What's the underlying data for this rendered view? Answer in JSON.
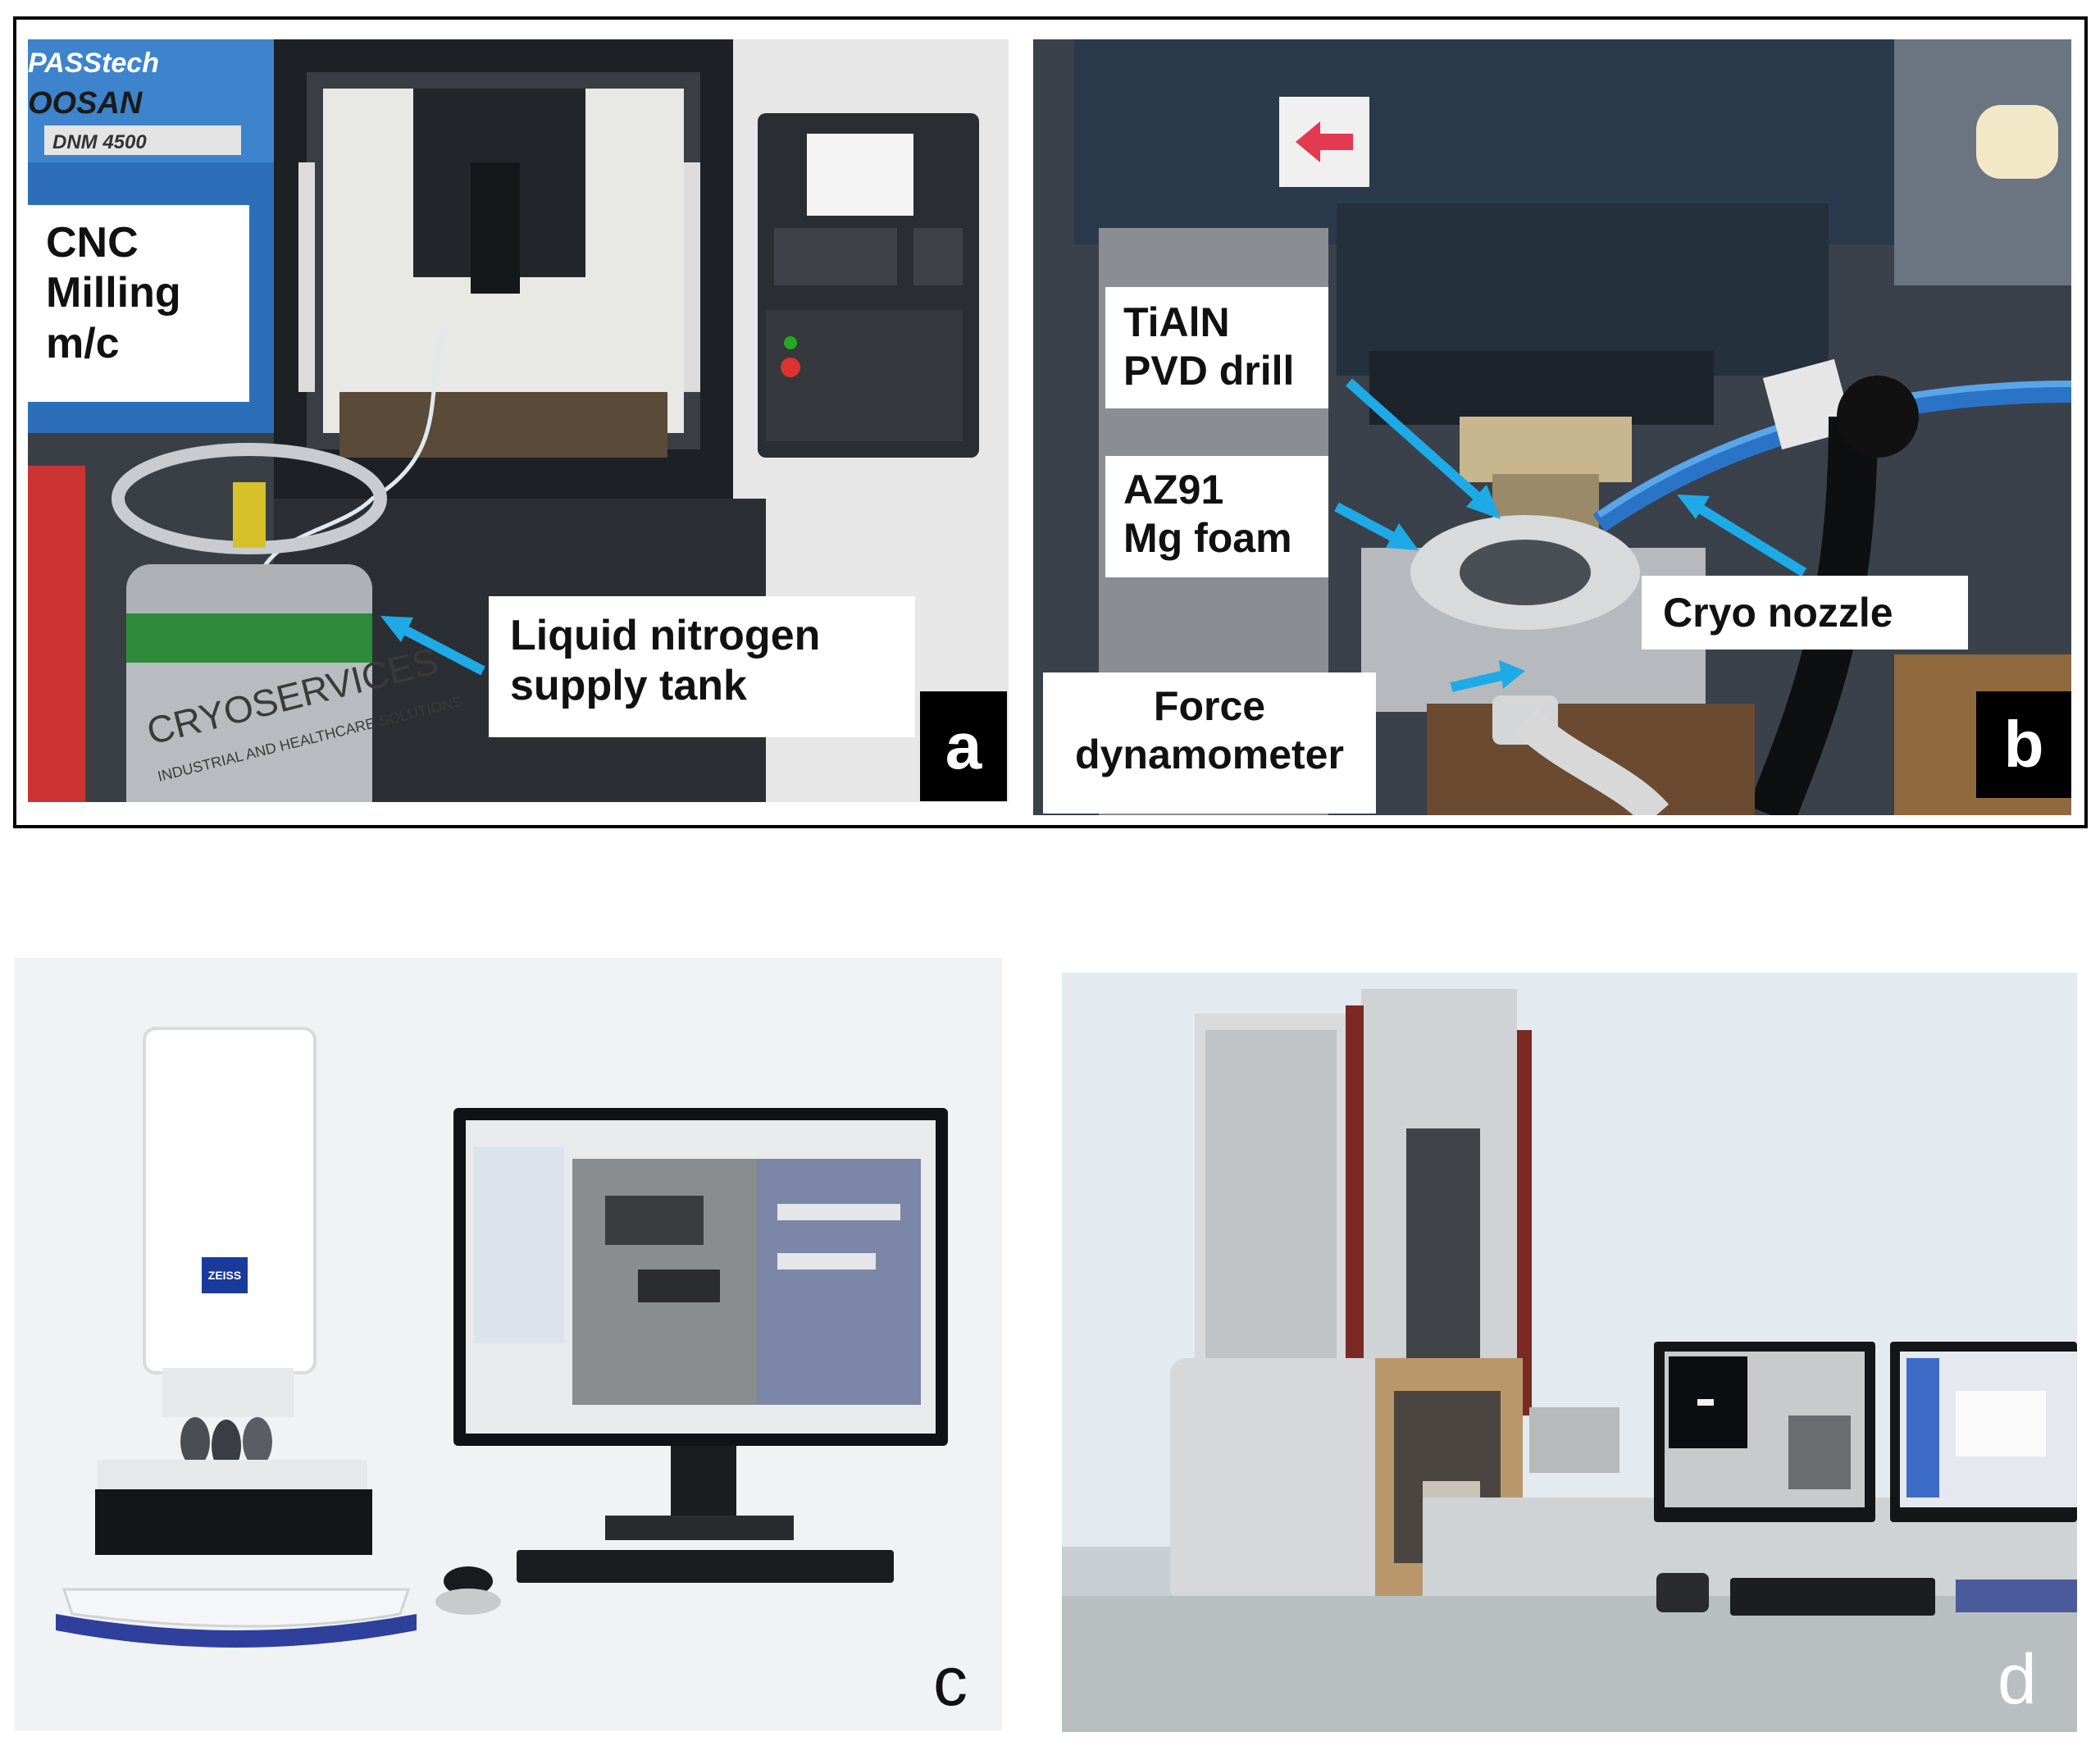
{
  "figure": {
    "panel_a": {
      "letter": "a",
      "labels": {
        "cnc": "CNC\nMilling\nm/c",
        "tank": "Liquid nitrogen\nsupply tank"
      },
      "machine_text": {
        "brand_top": "PASStech",
        "brand": "OOSAN",
        "model": "DNM 4500",
        "tank_brand": "CRYOSERVICES",
        "tank_tagline": "INDUSTRIAL AND HEALTHCARE SOLUTIONS"
      }
    },
    "panel_b": {
      "letter": "b",
      "labels": {
        "drill": "TiAlN\nPVD drill",
        "foam": "AZ91\nMg foam",
        "nozzle": "Cryo nozzle",
        "dynamometer": "Force\ndynamometer"
      }
    },
    "panel_c": {
      "letter": "c",
      "microscope_logo": "ZEISS"
    },
    "panel_d": {
      "letter": "d"
    },
    "colors": {
      "arrow": "#1eaae6",
      "frame": "#000000",
      "machine_blue": "#2c6fb8",
      "tank_green": "#2e8b3a",
      "sem_red": "#7a2a22"
    }
  }
}
